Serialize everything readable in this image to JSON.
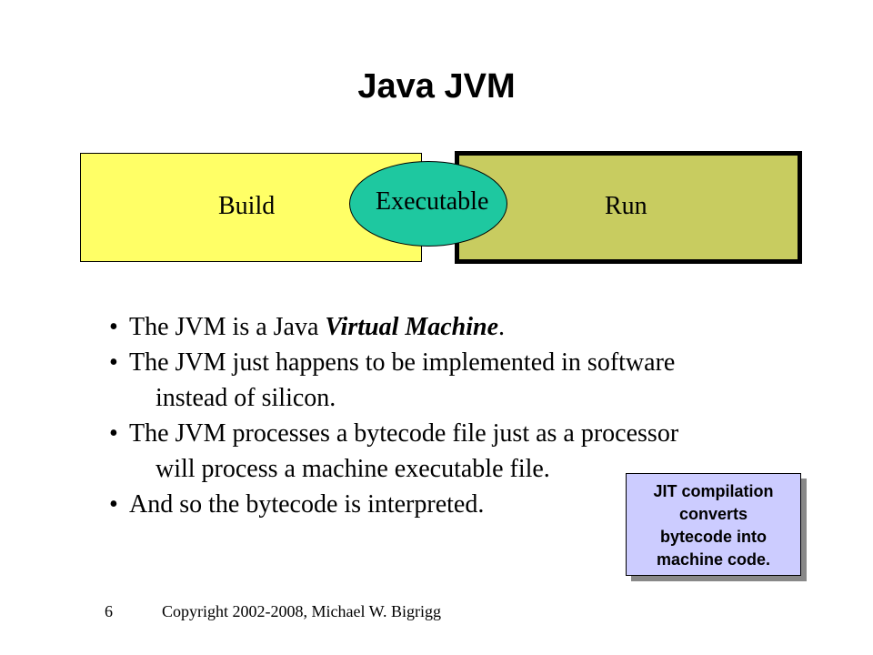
{
  "slide": {
    "title": "Java JVM",
    "diagram": {
      "build_label": "Build",
      "executable_label": "Executable",
      "run_label": "Run",
      "colors": {
        "build": "#ffff66",
        "run": "#c8cc60",
        "executable": "#1ec8a0"
      }
    },
    "bullets": [
      {
        "pre": "The JVM is a Java ",
        "emph": "Virtual Machine",
        "post": "."
      },
      {
        "text": "The JVM just happens to be implemented in software",
        "cont": "instead of silicon."
      },
      {
        "text": "The JVM processes a bytecode file just as a processor",
        "cont": "will process a machine executable file."
      },
      {
        "text": "And so the bytecode is interpreted."
      }
    ],
    "callout": {
      "lines": [
        "JIT compilation",
        "converts",
        "bytecode into",
        "machine code."
      ],
      "color": "#ccccff"
    },
    "footer": {
      "page_number": "6",
      "copyright": "Copyright 2002-2008, Michael W. Bigrigg"
    }
  }
}
